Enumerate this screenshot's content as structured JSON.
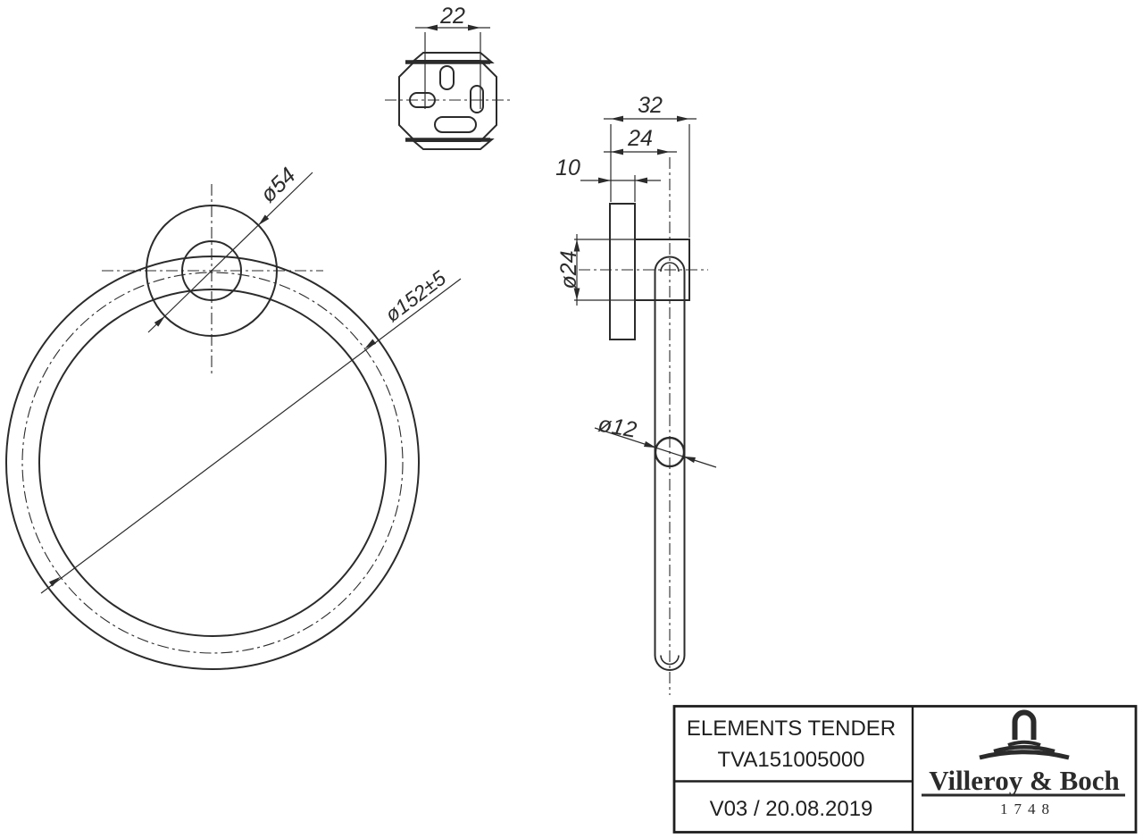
{
  "page": {
    "background": "#ffffff",
    "line_color": "#2b2b2b"
  },
  "views": {
    "top_view": {
      "dim_clip_width": "22"
    },
    "front_view": {
      "dim_rosette_diameter": "ø54",
      "dim_ring_diameter": "ø152±5"
    },
    "side_view": {
      "dim_total_depth": "32",
      "dim_ring_axis_depth": "24",
      "dim_plate_thickness": "10",
      "dim_rosette_diameter": "ø24",
      "dim_tube_diameter": "ø12"
    }
  },
  "title_block": {
    "product_name": "ELEMENTS TENDER",
    "article_number": "TVA151005000",
    "revision": "V03 / 20.08.2019",
    "brand_name": "Villeroy & Boch",
    "brand_founded_year": "1748"
  }
}
